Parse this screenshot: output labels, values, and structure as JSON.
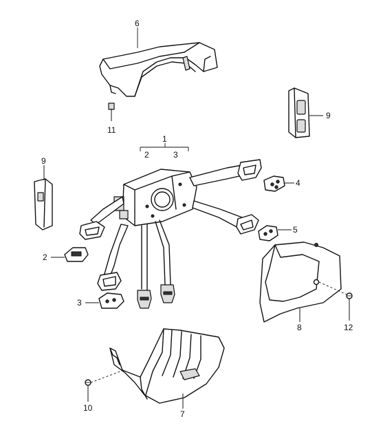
{
  "callouts": {
    "c1": "1",
    "c2a": "2",
    "c2b": "2",
    "c3a": "3",
    "c3b": "3",
    "c4": "4",
    "c5": "5",
    "c6": "6",
    "c7": "7",
    "c8": "8",
    "c9a": "9",
    "c9b": "9",
    "c10": "10",
    "c11": "11",
    "c12": "12"
  }
}
